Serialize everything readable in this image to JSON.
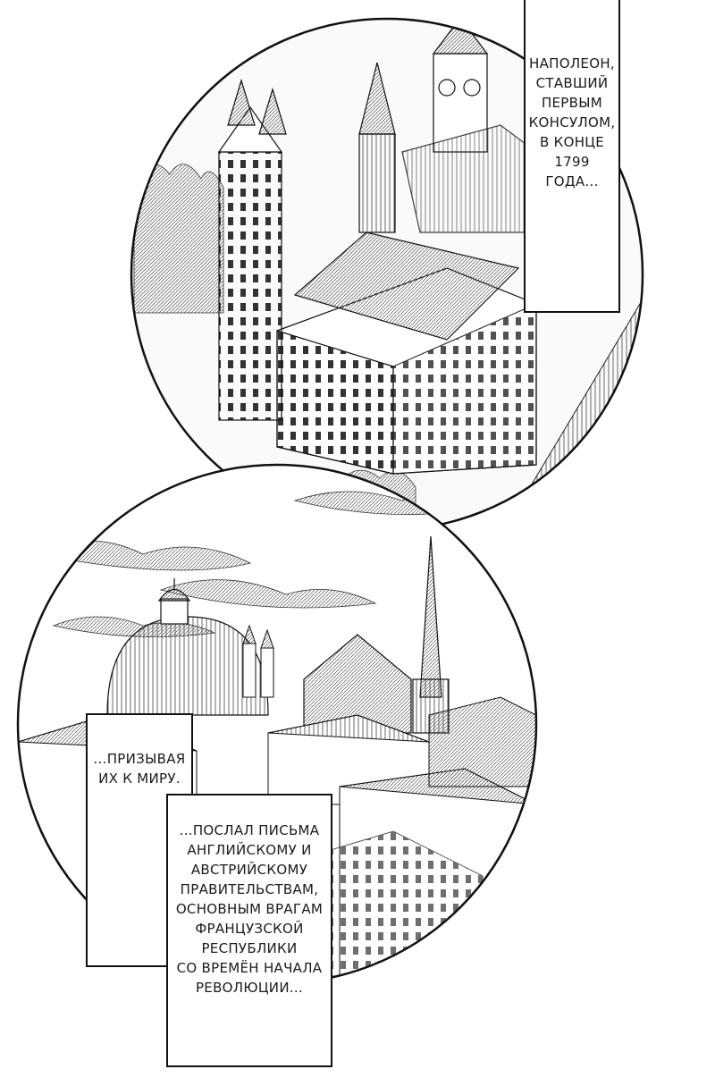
{
  "captions": {
    "top": {
      "lines": [
        "Наполеон,",
        "ставший",
        "первым",
        "консулом,",
        "в конце",
        "1799",
        "года..."
      ]
    },
    "middle": {
      "lines": [
        "...призывая",
        "их к миру."
      ]
    },
    "bottom": {
      "lines": [
        "...послал письма",
        "английскому и",
        "австрийскому",
        "правительствам,",
        "основным врагам",
        "французской",
        "республики",
        "со времён начала",
        "революции..."
      ]
    }
  },
  "colors": {
    "ink": "#111111",
    "paper": "#ffffff",
    "hatch": "#555555"
  }
}
